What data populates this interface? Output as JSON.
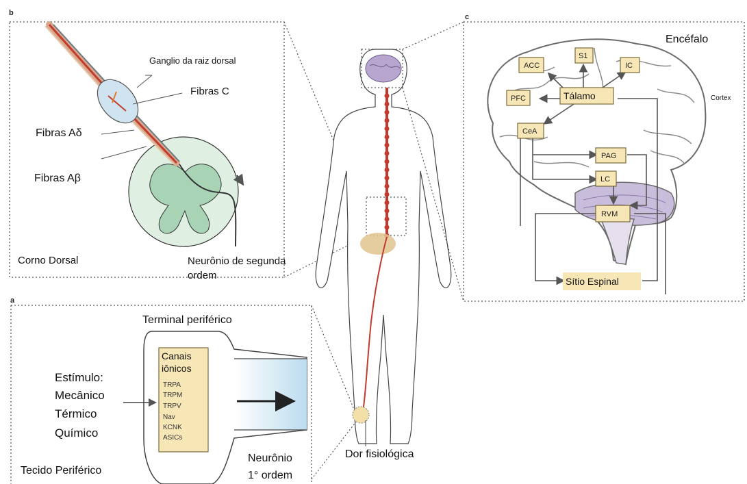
{
  "panels": {
    "b": {
      "letter": "b",
      "ganglion": "Ganglio da raiz dorsal",
      "fibers_c": "Fibras C",
      "fibers_ad": "Fibras Aδ",
      "fibers_ab": "Fibras Aβ",
      "dorsal_horn": "Corno Dorsal",
      "second_order_1": "Neurônio de segunda",
      "second_order_2": "ordem"
    },
    "c": {
      "letter": "c",
      "brain": "Encéfalo",
      "cortex": "Cortex",
      "nodes": {
        "acc": "ACC",
        "s1": "S1",
        "ic": "IC",
        "pfc": "PFC",
        "thalamus": "Tálamo",
        "cea": "CeA",
        "pag": "PAG",
        "lc": "LC",
        "rvm": "RVM",
        "spinal": "Sítio Espinal"
      }
    },
    "a": {
      "letter": "a",
      "terminal": "Terminal periférico",
      "stimulus": "Estímulo:",
      "mechanical": "Mecânico",
      "thermal": "Térmico",
      "chemical": "Químico",
      "tissue": "Tecido Periférico",
      "channels_1": "Canais",
      "channels_2": "iônicos",
      "channel_list": [
        "TRPA",
        "TRPM",
        "TRPV",
        "Nav",
        "KCNK",
        "ASICs"
      ],
      "neuron_1": "Neurônio",
      "neuron_2": "1° ordem"
    },
    "body": {
      "physiological_pain": "Dor fisiológica"
    }
  },
  "colors": {
    "node_fill": "#f7e6b6",
    "node_stroke": "#7a6a3c",
    "spinal_fill": "#f7e6b6",
    "cord_green": "#cfe8d6",
    "nerve_red": "#c33a2f",
    "brain_outline": "#6b6b6b",
    "brain_purple": "#b8a6cf",
    "pain_spot": "#e2c48f",
    "axon_blue": "#cfe6f2",
    "ganglion_blue": "#cfe4f0"
  }
}
